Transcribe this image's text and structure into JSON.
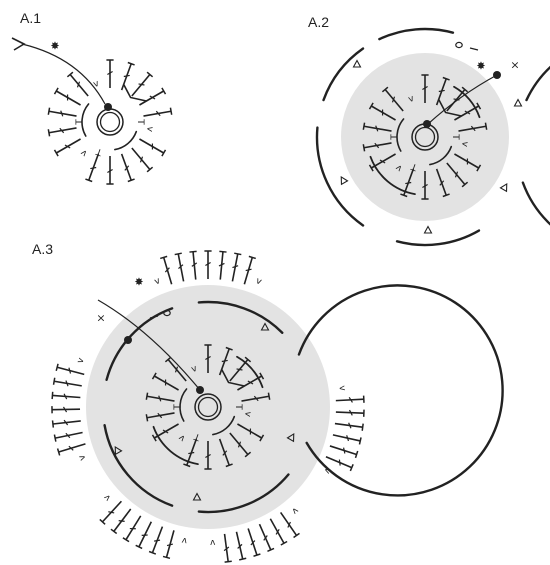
{
  "diagrams": [
    {
      "label": "A.1"
    },
    {
      "label": "A.2"
    },
    {
      "label": "A.3"
    }
  ],
  "colors": {
    "ink": "#222222",
    "fill": "#e3e3e3"
  },
  "symbols": {
    "start_arrow": "arrow-icon",
    "star": "star-icon",
    "bead": "filled-dot-icon",
    "ring": "magic-ring-icon",
    "chain": "chain-oval-icon",
    "cross": "cross-icon",
    "treble": "treble-crochet-icon",
    "increase": "v-increase-icon",
    "triangle": "triangle-icon"
  }
}
